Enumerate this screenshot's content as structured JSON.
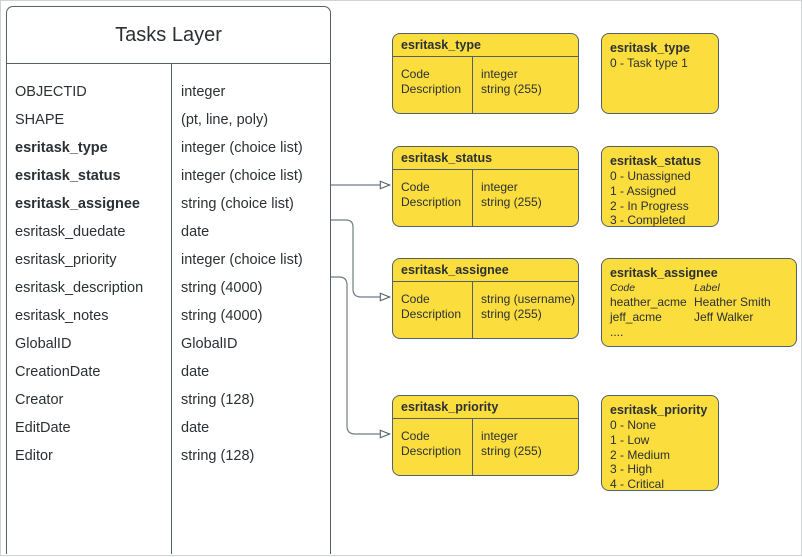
{
  "diagram": {
    "title": "Tasks Layer",
    "layer_table": {
      "header": "Tasks Layer",
      "rows": [
        {
          "field": "OBJECTID",
          "type": "integer",
          "bold": false
        },
        {
          "field": "SHAPE",
          "type": "(pt, line, poly)",
          "bold": false
        },
        {
          "field": "esritask_type",
          "type": "integer (choice list)",
          "bold": true
        },
        {
          "field": "esritask_status",
          "type": "integer (choice list)",
          "bold": true
        },
        {
          "field": "esritask_assignee",
          "type": "string (choice list)",
          "bold": true
        },
        {
          "field": "esritask_duedate",
          "type": "date",
          "bold": false
        },
        {
          "field": "esritask_priority",
          "type": "integer (choice list)",
          "bold": false
        },
        {
          "field": "esritask_description",
          "type": "string (4000)",
          "bold": false
        },
        {
          "field": "esritask_notes",
          "type": "string (4000)",
          "bold": false
        },
        {
          "field": "GlobalID",
          "type": "GlobalID",
          "bold": false
        },
        {
          "field": "CreationDate",
          "type": "date",
          "bold": false
        },
        {
          "field": "Creator",
          "type": "string (128)",
          "bold": false
        },
        {
          "field": "EditDate",
          "type": "date",
          "bold": false
        },
        {
          "field": "Editor",
          "type": "string (128)",
          "bold": false
        }
      ]
    },
    "domain_tables": [
      {
        "name": "esritask_type",
        "col1": [
          "Code",
          "Description"
        ],
        "col2": [
          "integer",
          "string (255)"
        ]
      },
      {
        "name": "esritask_status",
        "col1": [
          "Code",
          "Description"
        ],
        "col2": [
          "integer",
          "string (255)"
        ]
      },
      {
        "name": "esritask_assignee",
        "col1": [
          "Code",
          "Description"
        ],
        "col2": [
          "string  (username)",
          "string (255)"
        ]
      },
      {
        "name": "esritask_priority",
        "col1": [
          "Code",
          "Description"
        ],
        "col2": [
          "integer",
          "string (255)"
        ]
      }
    ],
    "value_lists": [
      {
        "name": "esritask_type",
        "values": [
          "0 - Task type 1"
        ]
      },
      {
        "name": "esritask_status",
        "values": [
          "0 - Unassigned",
          "1 - Assigned",
          "2 - In Progress",
          "3 - Completed"
        ]
      },
      {
        "name": "esritask_assignee",
        "header": {
          "code": "Code",
          "label": "Label"
        },
        "rows": [
          {
            "code": "heather_acme",
            "label": "Heather Smith"
          },
          {
            "code": "jeff_acme",
            "label": "Jeff Walker"
          },
          {
            "code": "....",
            "label": ""
          }
        ]
      },
      {
        "name": "esritask_priority",
        "values": [
          "0 - None",
          "1 - Low",
          "2 - Medium",
          "3 - High",
          "4 - Critical"
        ]
      }
    ],
    "colors": {
      "domain_fill": "#FBDD3D",
      "stroke": "#54606b",
      "text": "#2b3034",
      "canvas": "#ffffff"
    }
  }
}
